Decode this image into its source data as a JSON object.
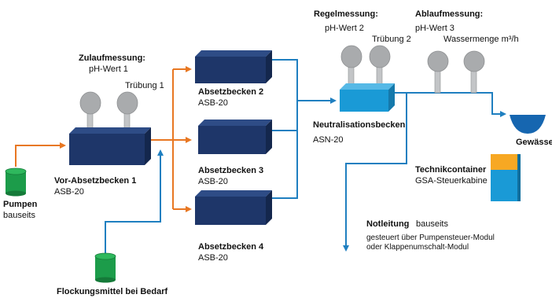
{
  "colors": {
    "tank_front": "#1e3669",
    "tank_side": "#14274d",
    "tank_top": "#2e4c86",
    "neutral_tank": "#1a9ad6",
    "orange_line": "#e87722",
    "blue_line": "#1f7fc0",
    "sensor": "#a9abad",
    "pump_green": "#1c9c4a",
    "container_orange": "#f7a823",
    "container_blue": "#1a9ad6",
    "gewaesser": "#1666b0"
  },
  "labels": {
    "zulauf_title": "Zulaufmessung:",
    "zulauf_ph": "pH-Wert 1",
    "zulauf_truebung": "Trübung 1",
    "vor_title": "Vor-Absetzbecken 1",
    "vor_sub": "ASB-20",
    "pumpen_title": "Pumpen",
    "pumpen_sub": "bauseits",
    "abs2_title": "Absetzbecken 2",
    "abs2_sub": "ASB-20",
    "abs3_title": "Absetzbecken 3",
    "abs3_sub": "ASB-20",
    "abs4_title": "Absetzbecken 4",
    "abs4_sub": "ASB-20",
    "flock_title": "Flockungsmittel bei Bedarf",
    "regel_title": "Regelmessung:",
    "regel_ph": "pH-Wert 2",
    "regel_truebung": "Trübung 2",
    "ablauf_title": "Ablaufmessung:",
    "ablauf_ph": "pH-Wert 3",
    "ablauf_menge": "Wassermenge m³/h",
    "neutral_title": "Neutralisationsbecken",
    "neutral_sub": "ASN-20",
    "gewaesser": "Gewässer",
    "technik_title": "Technikcontainer",
    "technik_sub": "GSA-Steuerkabine",
    "notleitung_title": "Notleitung",
    "notleitung_sub": "bauseits",
    "notleitung_line1": "gesteuert über Pumpensteuer-Modul",
    "notleitung_line2": "oder Klappenumschalt-Modul"
  }
}
